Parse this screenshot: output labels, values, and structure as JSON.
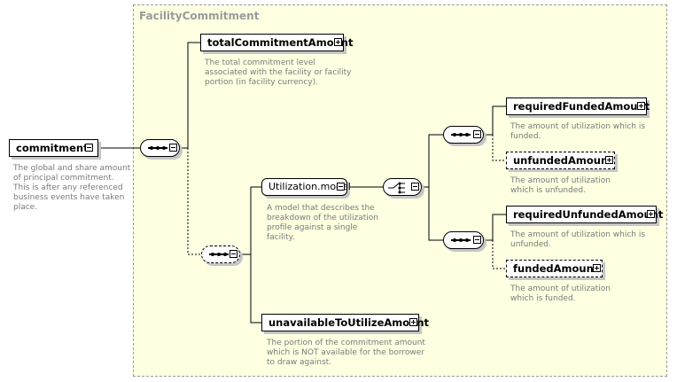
{
  "diagram": {
    "type_name": "FacilityCommitment",
    "root": {
      "label": "commitment",
      "description": [
        "The global and share amount",
        "of principal commitment.",
        "This is after any referenced",
        "business events have taken",
        "place."
      ]
    },
    "total": {
      "label": "totalCommitmentAmount",
      "description": [
        "The total commitment level",
        "associated with the facility or facility",
        "portion (in facility currency)."
      ]
    },
    "utilization": {
      "label": "Utilization.model",
      "description": [
        "A model that describes the",
        "breakdown of the utilization",
        "profile against a single",
        "facility."
      ]
    },
    "unavailable": {
      "label": "unavailableToUtilizeAmount",
      "description": [
        "The portion of the commitment amount",
        "which is NOT available for the borrower",
        "to draw against."
      ]
    },
    "req_funded": {
      "label": "requiredFundedAmount",
      "description": [
        "The amount of utilization which is",
        "funded."
      ]
    },
    "unfunded": {
      "label": "unfundedAmount",
      "description": [
        "The amount of utilization",
        "which is unfunded."
      ]
    },
    "req_unfunded": {
      "label": "requiredUnfundedAmount",
      "description": [
        "The amount of utilization which is",
        "unfunded."
      ]
    },
    "funded": {
      "label": "fundedAmount",
      "description": [
        "The amount of utilization",
        "which is funded."
      ]
    }
  }
}
